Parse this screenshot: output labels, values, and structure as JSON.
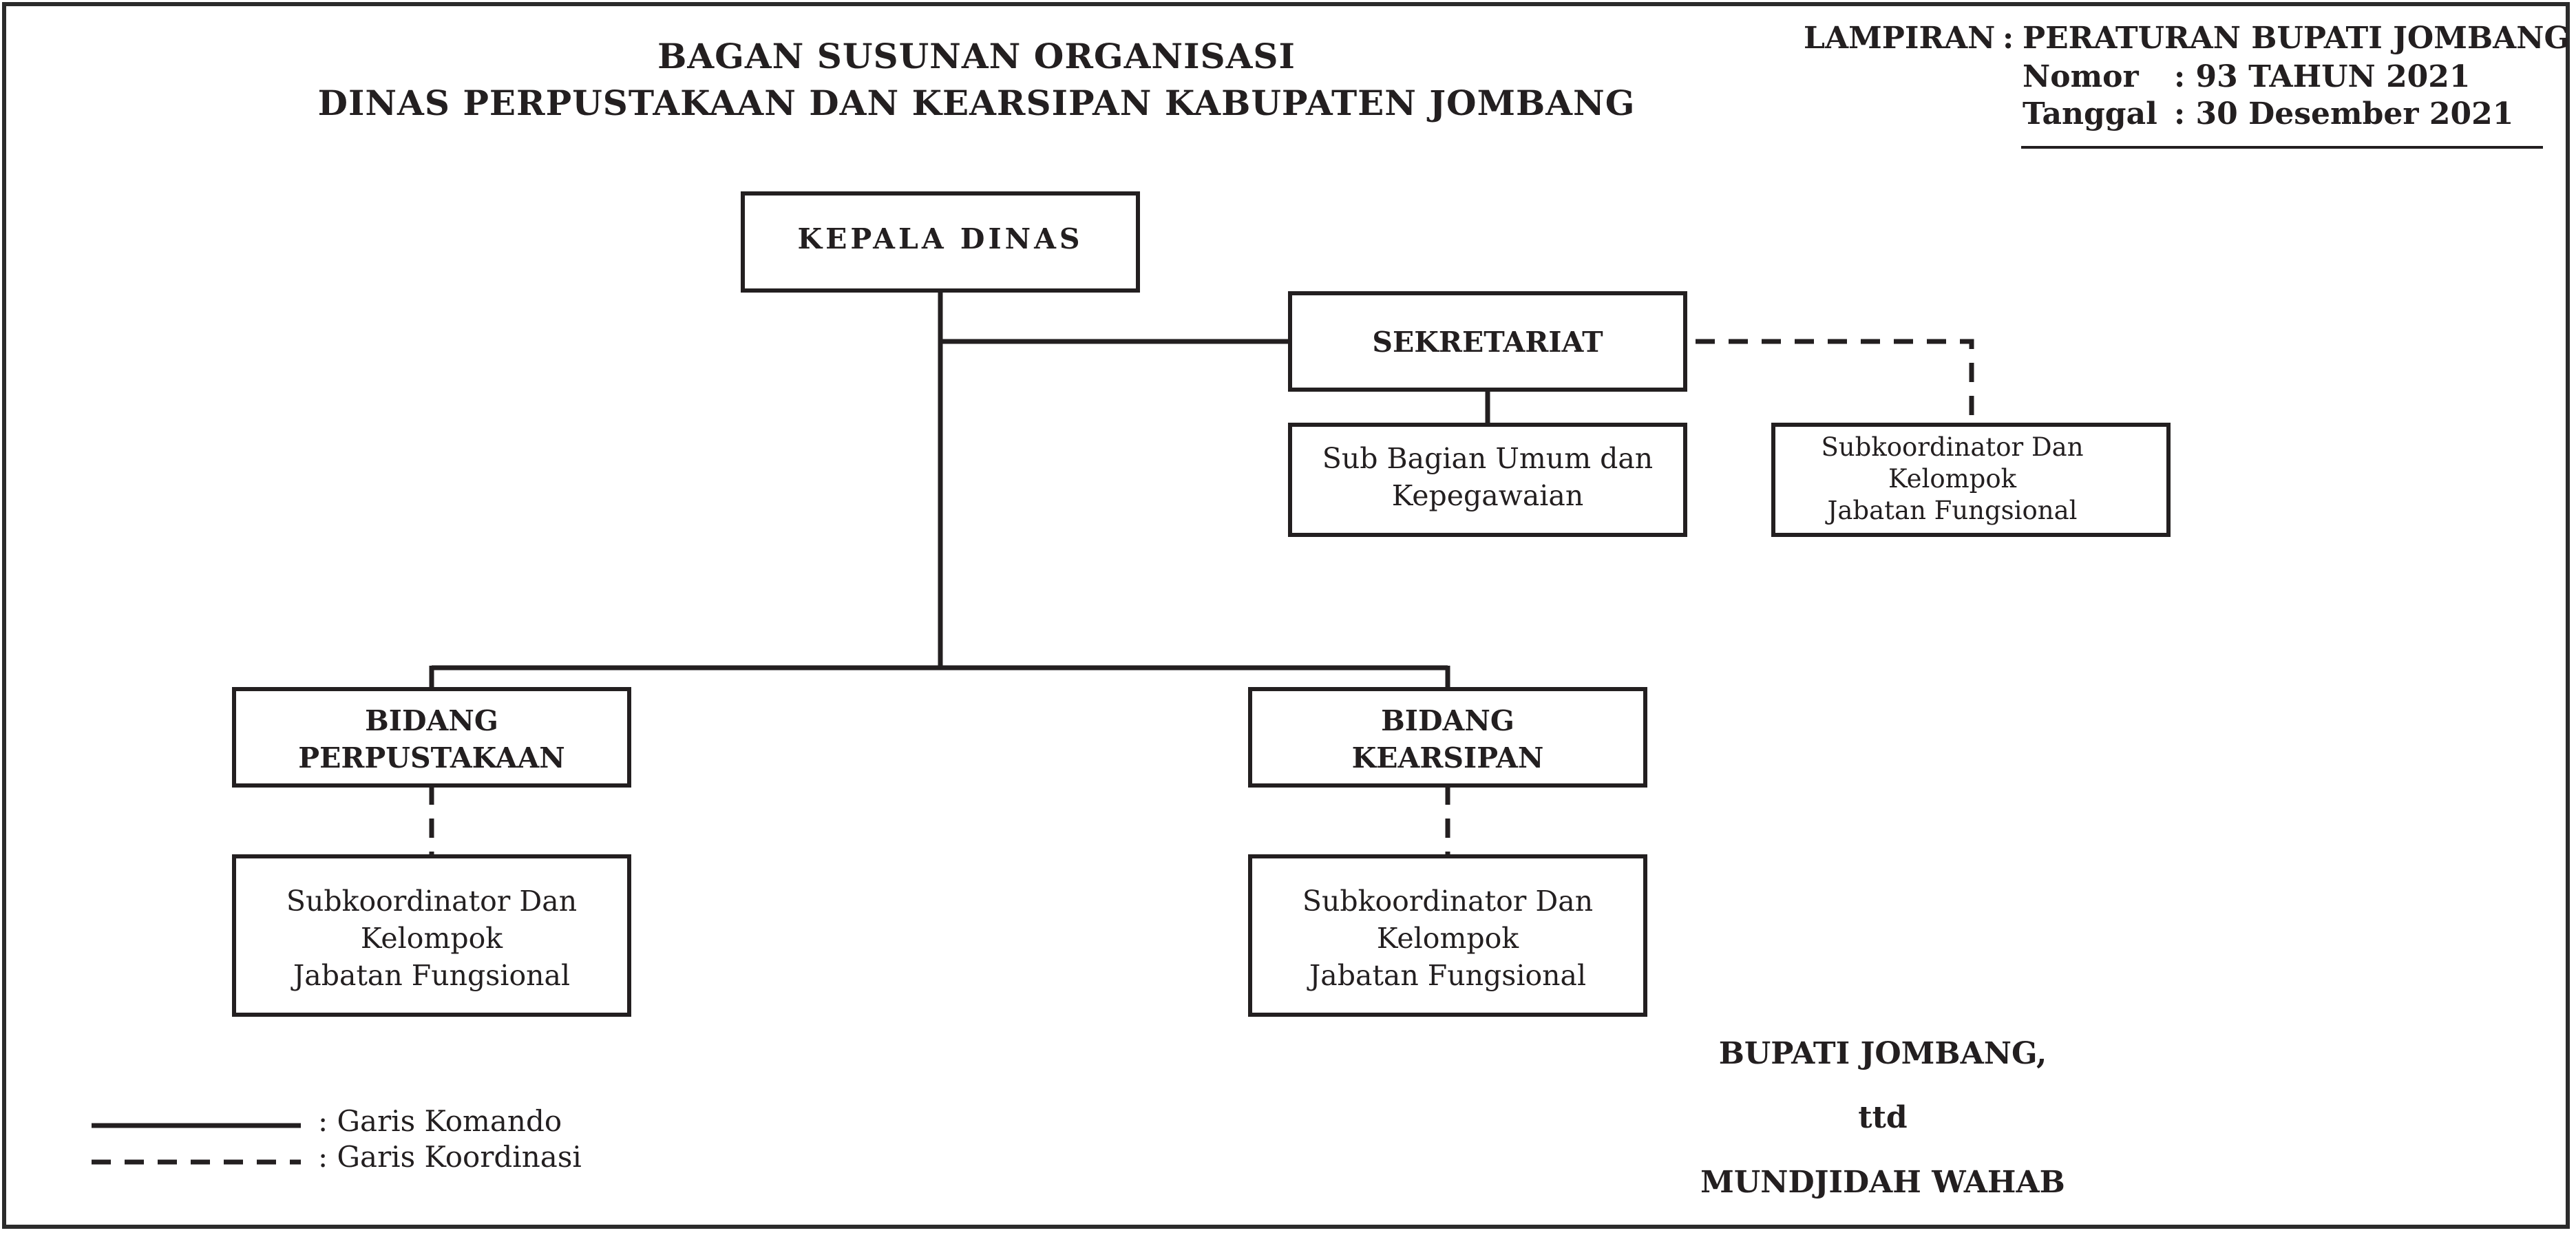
{
  "header": {
    "title_line1": "BAGAN SUSUNAN ORGANISASI",
    "title_line2": "DINAS PERPUSTAKAAN DAN KEARSIPAN KABUPATEN JOMBANG"
  },
  "lampiran": {
    "label": "LAMPIRAN",
    "sep": ":",
    "regulation": "PERATURAN BUPATI JOMBANG",
    "nomor_label": "Nomor",
    "nomor_value": ": 93 TAHUN 2021",
    "tanggal_label": "Tanggal",
    "tanggal_value": ": 30 Desember 2021"
  },
  "org": {
    "kepala": "KEPALA DINAS",
    "sekretariat": "SEKRETARIAT",
    "subbag_line1": "Sub Bagian Umum dan",
    "subbag_line2": "Kepegawaian",
    "jf_sek_line1": "Subkoordinator Dan",
    "jf_sek_line2": "Kelompok",
    "jf_sek_line3": "Jabatan Fungsional",
    "bid_perpus_line1": "BIDANG",
    "bid_perpus_line2": "PERPUSTAKAAN",
    "jf_perpus_line1": "Subkoordinator Dan",
    "jf_perpus_line2": "Kelompok",
    "jf_perpus_line3": "Jabatan Fungsional",
    "bid_arsip_line1": "BIDANG",
    "bid_arsip_line2": "KEARSIPAN",
    "jf_arsip_line1": "Subkoordinator Dan",
    "jf_arsip_line2": "Kelompok",
    "jf_arsip_line3": "Jabatan Fungsional"
  },
  "legend": {
    "komando": ": Garis Komando",
    "koordinasi": ": Garis Koordinasi"
  },
  "signature": {
    "office": "BUPATI JOMBANG,",
    "ttd": "ttd",
    "name": "MUNDJIDAH WAHAB"
  },
  "colors": {
    "line": "#231f20",
    "text": "#231f20",
    "background": "#ffffff"
  }
}
